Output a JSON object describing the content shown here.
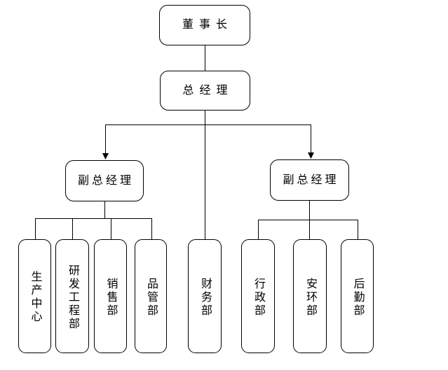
{
  "diagram": {
    "type": "org-chart",
    "colors": {
      "line": "#000000",
      "node_border": "#000000",
      "node_fill": "#ffffff",
      "text": "#000000",
      "background": "#ffffff"
    },
    "nodes": {
      "chairman": {
        "label": "董事长"
      },
      "general_manager": {
        "label": "总经理"
      },
      "deputy_gm_left": {
        "label": "副总经理"
      },
      "deputy_gm_right": {
        "label": "副总经理"
      },
      "finance": {
        "label": "财务部"
      }
    },
    "left_departments": [
      {
        "label": "生产中心"
      },
      {
        "label": "研发工程部"
      },
      {
        "label": "销售部"
      },
      {
        "label": "品管部"
      }
    ],
    "right_departments": [
      {
        "label": "行政部"
      },
      {
        "label": "安环部"
      },
      {
        "label": "后勤部"
      }
    ],
    "edges": [
      {
        "from": "chairman",
        "to": "general_manager",
        "arrow": false
      },
      {
        "from": "general_manager",
        "to": "deputy_gm_left",
        "arrow": true
      },
      {
        "from": "general_manager",
        "to": "deputy_gm_right",
        "arrow": true
      },
      {
        "from": "general_manager",
        "to": "finance",
        "arrow": false
      },
      {
        "from": "deputy_gm_left",
        "to": "left_departments",
        "arrow": false
      },
      {
        "from": "deputy_gm_right",
        "to": "right_departments",
        "arrow": false
      }
    ]
  }
}
